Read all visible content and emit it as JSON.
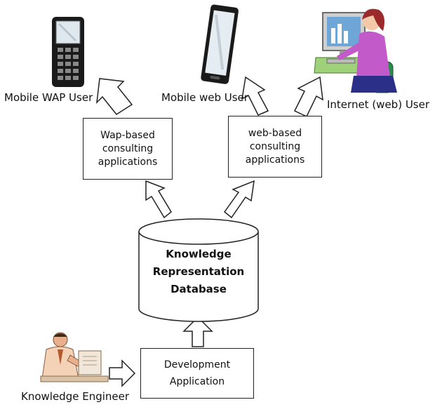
{
  "users": {
    "mobile_wap": "Mobile WAP User",
    "mobile_web": "Mobile web User",
    "internet_web": "Internet (web) User",
    "knowledge_engineer": "Knowledge Engineer"
  },
  "boxes": {
    "wap_apps": "Wap-based\nconsulting\napplications",
    "web_apps": "web-based\nconsulting\napplications",
    "development": "Development\nApplication"
  },
  "database": {
    "label": "Knowledge\nRepresentation\nDatabase"
  },
  "icons": {
    "mobile_wap": "feature-phone-icon",
    "mobile_web": "smartphone-icon",
    "internet_web": "woman-at-computer-icon",
    "knowledge_engineer": "man-at-desk-icon"
  }
}
